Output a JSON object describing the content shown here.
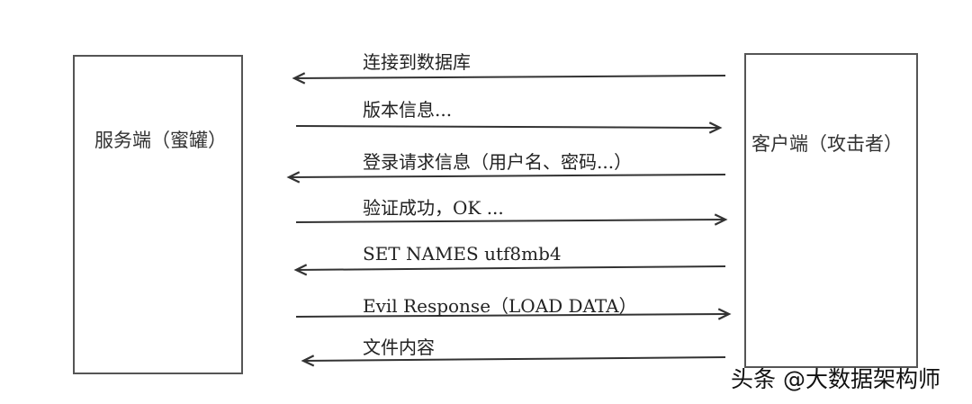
{
  "participants": {
    "server": "服务端（蜜罐）",
    "client": "客户端（攻击者）"
  },
  "messages": [
    {
      "label": "连接到数据库",
      "direction": "to-server"
    },
    {
      "label": "版本信息...",
      "direction": "to-client"
    },
    {
      "label": "登录请求信息（用户名、密码...）",
      "direction": "to-server"
    },
    {
      "label": "验证成功，OK ...",
      "direction": "to-client"
    },
    {
      "label": "SET NAMES utf8mb4",
      "direction": "to-server"
    },
    {
      "label": "Evil Response（LOAD DATA）",
      "direction": "to-client"
    },
    {
      "label": "文件内容",
      "direction": "to-server"
    }
  ],
  "watermark": "头条 @大数据架构师",
  "colors": {
    "line": "#333333",
    "box_border": "#555555"
  }
}
